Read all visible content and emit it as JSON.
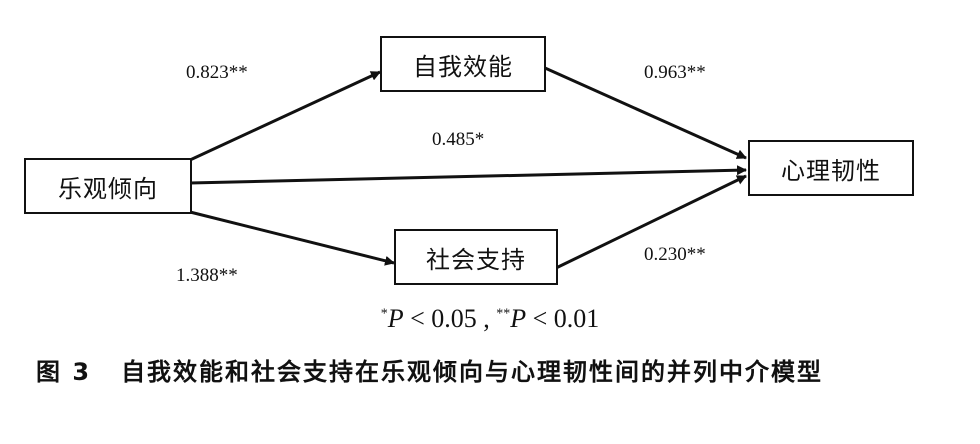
{
  "nodes": {
    "predictor": "乐观倾向",
    "mediator_1": "自我效能",
    "mediator_2": "社会支持",
    "outcome": "心理韧性"
  },
  "paths": {
    "a1": "0.823**",
    "b1": "0.963**",
    "c_prime": "0.485*",
    "a2": "1.388**",
    "b2": "0.230**"
  },
  "legend": {
    "star1": "*",
    "p1": "P",
    "lt1": " < 0.05 , ",
    "star2": "**",
    "p2": "P",
    "lt2": " < 0.01"
  },
  "caption": {
    "number": "图 3",
    "text": "自我效能和社会支持在乐观倾向与心理韧性间的并列中介模型"
  }
}
